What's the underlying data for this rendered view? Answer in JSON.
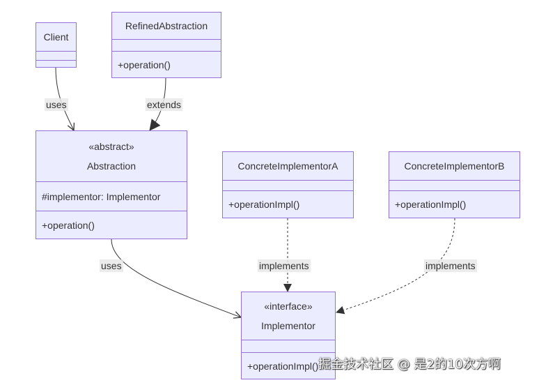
{
  "classes": {
    "client": {
      "name": "Client",
      "attributes": [],
      "methods": []
    },
    "refined": {
      "name": "RefinedAbstraction",
      "attributes": [],
      "methods": [
        "+operation()"
      ]
    },
    "abstraction": {
      "stereotype": "«abstract»",
      "name": "Abstraction",
      "attributes": [
        "#implementor: Implementor"
      ],
      "methods": [
        "+operation()"
      ]
    },
    "concrete_a": {
      "name": "ConcreteImplementorA",
      "attributes": [],
      "methods": [
        "+operationImpl()"
      ]
    },
    "concrete_b": {
      "name": "ConcreteImplementorB",
      "attributes": [],
      "methods": [
        "+operationImpl()"
      ]
    },
    "implementor": {
      "stereotype": "«interface»",
      "name": "Implementor",
      "attributes": [],
      "methods": [
        "+operationImpl()"
      ]
    }
  },
  "relations": {
    "client_abstraction": "uses",
    "refined_abstraction": "extends",
    "abstraction_implementor": "uses",
    "concrete_a_implementor": "implements",
    "concrete_b_implementor": "implements"
  },
  "watermark": "掘金技术社区 @ 是2的10次方啊",
  "colors": {
    "node_fill": "#ECECFF",
    "node_border": "#9370DB",
    "edge": "#333333"
  }
}
